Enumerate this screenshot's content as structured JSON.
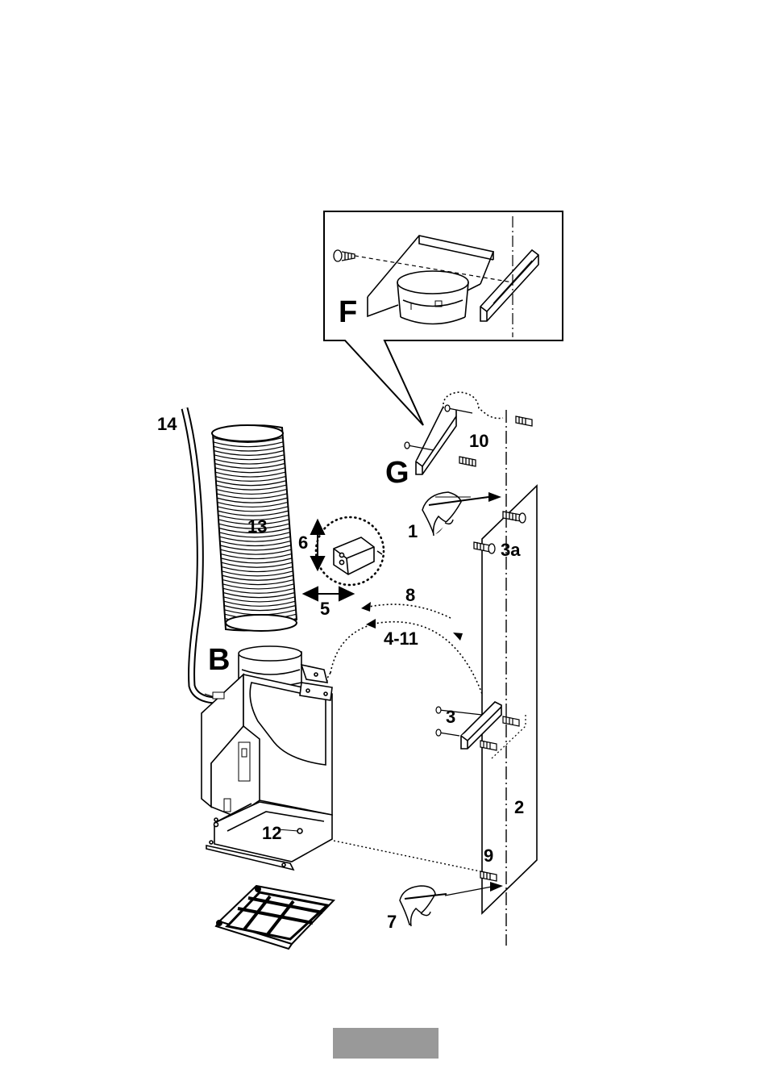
{
  "labels": {
    "l14": "14",
    "l13": "13",
    "l6": "6",
    "l5": "5",
    "l8": "8",
    "l4_11": "4-11",
    "lB": "B",
    "l3": "3",
    "l12": "12",
    "l9": "9",
    "l7": "7",
    "l2": "2",
    "l1": "1",
    "l3a": "3a",
    "l10": "10",
    "lG": "G",
    "lF": "F"
  },
  "colors": {
    "line": "#000000",
    "page_tab": "#999999"
  }
}
